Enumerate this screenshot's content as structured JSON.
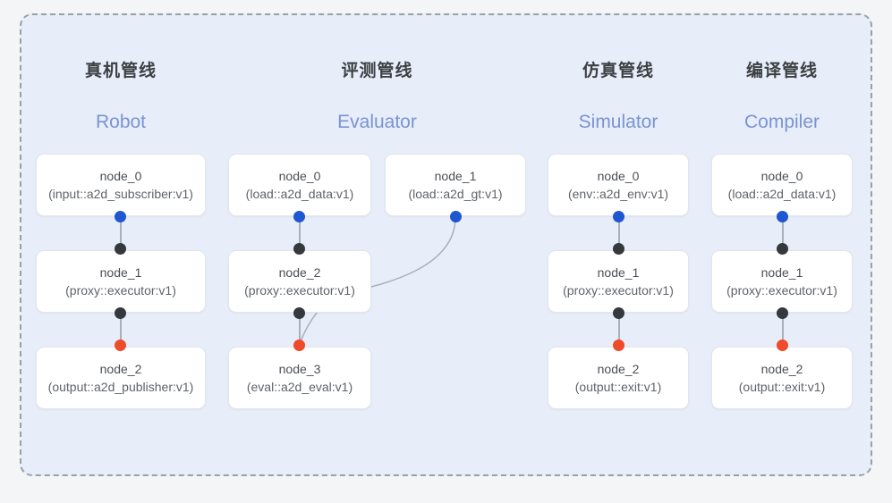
{
  "diagram": {
    "frame": {
      "style": "dashed-rounded-rect",
      "border_color": "#9aa0a6",
      "panel_color": "#e7edf9"
    },
    "port_colors": {
      "source": "#1f57d0",
      "relay": "#35383d",
      "sink": "#ef4a2a"
    },
    "edge_color": "#a9b0bb",
    "columns": [
      {
        "id": "robot",
        "title_cn": "真机管线",
        "title_en": "Robot",
        "nodes": [
          {
            "name": "node_0",
            "type": "(input::a2d_subscriber:v1)"
          },
          {
            "name": "node_1",
            "type": "(proxy::executor:v1)"
          },
          {
            "name": "node_2",
            "type": "(output::a2d_publisher:v1)"
          }
        ]
      },
      {
        "id": "evaluator",
        "title_cn": "评测管线",
        "title_en": "Evaluator",
        "nodes": [
          {
            "name": "node_0",
            "type": "(load::a2d_data:v1)"
          },
          {
            "name": "node_1",
            "type": "(load::a2d_gt:v1)"
          },
          {
            "name": "node_2",
            "type": "(proxy::executor:v1)"
          },
          {
            "name": "node_3",
            "type": "(eval::a2d_eval:v1)"
          }
        ]
      },
      {
        "id": "simulator",
        "title_cn": "仿真管线",
        "title_en": "Simulator",
        "nodes": [
          {
            "name": "node_0",
            "type": "(env::a2d_env:v1)"
          },
          {
            "name": "node_1",
            "type": "(proxy::executor:v1)"
          },
          {
            "name": "node_2",
            "type": "(output::exit:v1)"
          }
        ]
      },
      {
        "id": "compiler",
        "title_cn": "编译管线",
        "title_en": "Compiler",
        "nodes": [
          {
            "name": "node_0",
            "type": "(load::a2d_data:v1)"
          },
          {
            "name": "node_1",
            "type": "(proxy::executor:v1)"
          },
          {
            "name": "node_2",
            "type": "(output::exit:v1)"
          }
        ]
      }
    ]
  }
}
